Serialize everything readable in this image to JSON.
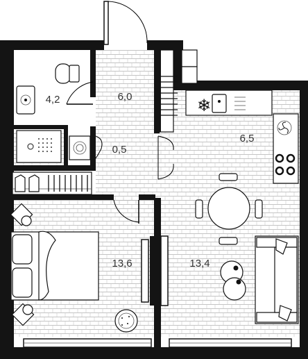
{
  "rooms": [
    {
      "name": "bathroom",
      "area": "4,2"
    },
    {
      "name": "hallway",
      "area": "6,0"
    },
    {
      "name": "kitchen",
      "area": "6,5"
    },
    {
      "name": "closet",
      "area": "0,5"
    },
    {
      "name": "bedroom",
      "area": "13,6"
    },
    {
      "name": "living-room",
      "area": "13,4"
    }
  ],
  "colors": {
    "wall": "#141414",
    "floor_lines": "#9a9a9a",
    "label": "#333333"
  },
  "icons": {
    "snowflake": "❄"
  }
}
